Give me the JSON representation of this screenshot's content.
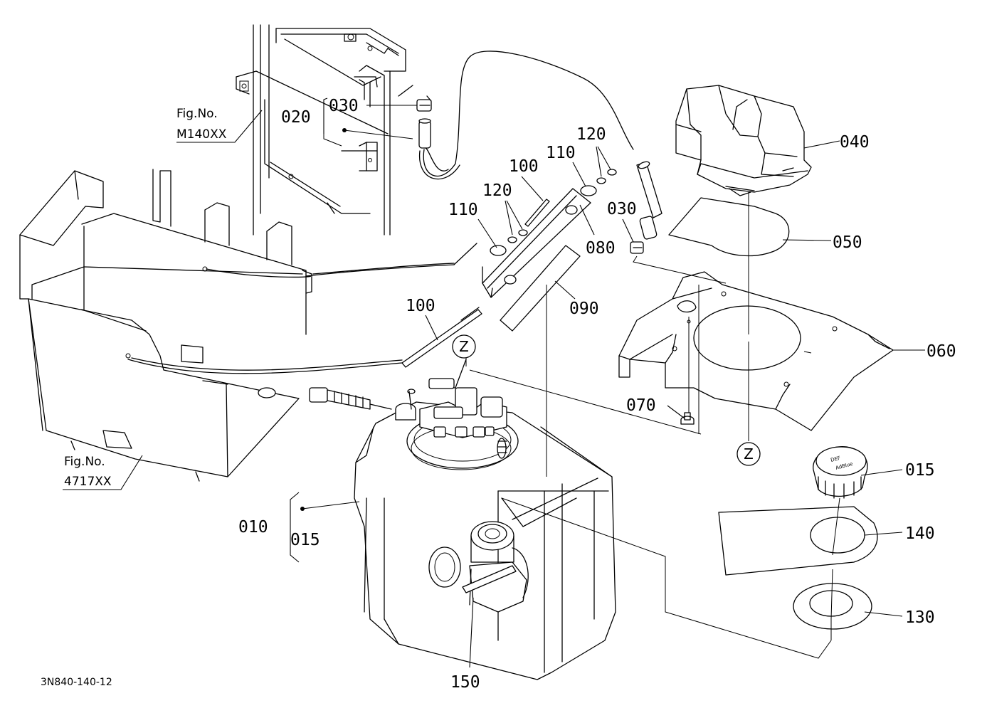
{
  "diagram": {
    "drawing_code": "3N840-140-12",
    "part_labels": {
      "p010": "010",
      "p015_tank": "015",
      "p015_cap": "015",
      "p020": "020",
      "p030_a": "030",
      "p030_b": "030",
      "p040": "040",
      "p050": "050",
      "p060": "060",
      "p070": "070",
      "p080": "080",
      "p090": "090",
      "p100_a": "100",
      "p100_b": "100",
      "p110_a": "110",
      "p110_b": "110",
      "p120_a": "120",
      "p120_b": "120",
      "p130": "130",
      "p140": "140",
      "p150": "150"
    },
    "figure_refs": {
      "ref_top": {
        "line1": "Fig.No.",
        "line2": "M140XX"
      },
      "ref_bottom": {
        "line1": "Fig.No.",
        "line2": "4717XX"
      }
    },
    "section_markers": {
      "z_top": "Z",
      "z_right": "Z"
    },
    "cap_text": {
      "line1": "DEF",
      "line2": "AdBlue"
    }
  }
}
